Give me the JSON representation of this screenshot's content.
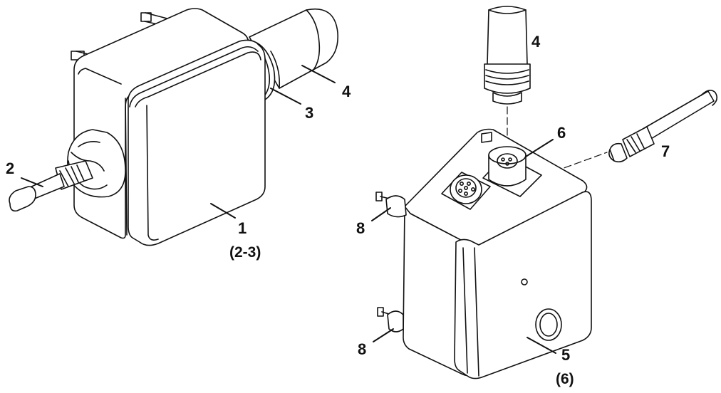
{
  "callouts": {
    "c1": "1",
    "c1_sub": "(2-3)",
    "c2": "2",
    "c3": "3",
    "c4_left": "4",
    "c4_right": "4",
    "c5": "5",
    "c5_sub": "(6)",
    "c6": "6",
    "c7": "7",
    "c8_upper": "8",
    "c8_lower": "8"
  },
  "colors": {
    "line": "#111111",
    "fill": "#ffffff",
    "shade": "#e9e9e9"
  }
}
